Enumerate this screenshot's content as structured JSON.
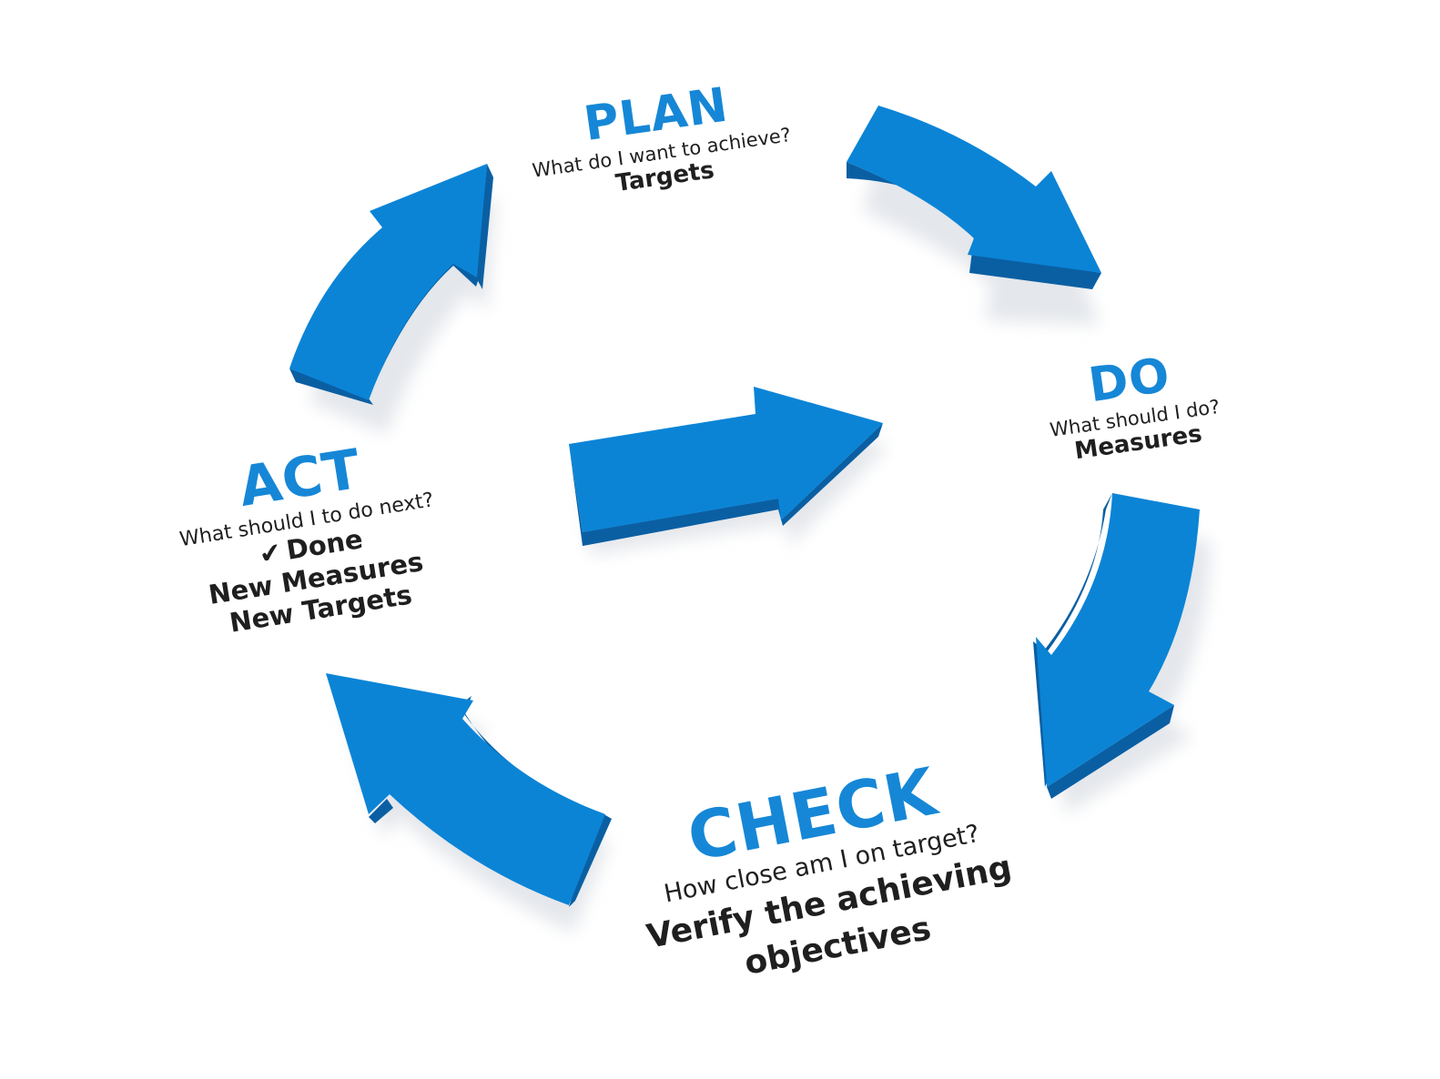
{
  "colors": {
    "arrow_face": "#0b84d6",
    "arrow_side": "#0a5fa3",
    "arrow_shadow": "#d9dde3",
    "title_blue": "#1687d6",
    "text_dark": "#1f1f1f",
    "background": "#ffffff"
  },
  "stages": {
    "plan": {
      "title": "PLAN",
      "question": "What do I want to achieve?",
      "answer": "Targets"
    },
    "do": {
      "title": "DO",
      "question": "What should I do?",
      "answer": "Measures"
    },
    "check": {
      "title": "CHECK",
      "question": "How close am I on target?",
      "answer_line1": "Verify the achieving",
      "answer_line2": "objectives"
    },
    "act": {
      "title": "ACT",
      "question": "What should I to do next?",
      "check_icon": "check-icon",
      "check_symbol": "✔",
      "answer_line1": "Done",
      "answer_line2": "New Measures",
      "answer_line3": "New Targets"
    }
  }
}
